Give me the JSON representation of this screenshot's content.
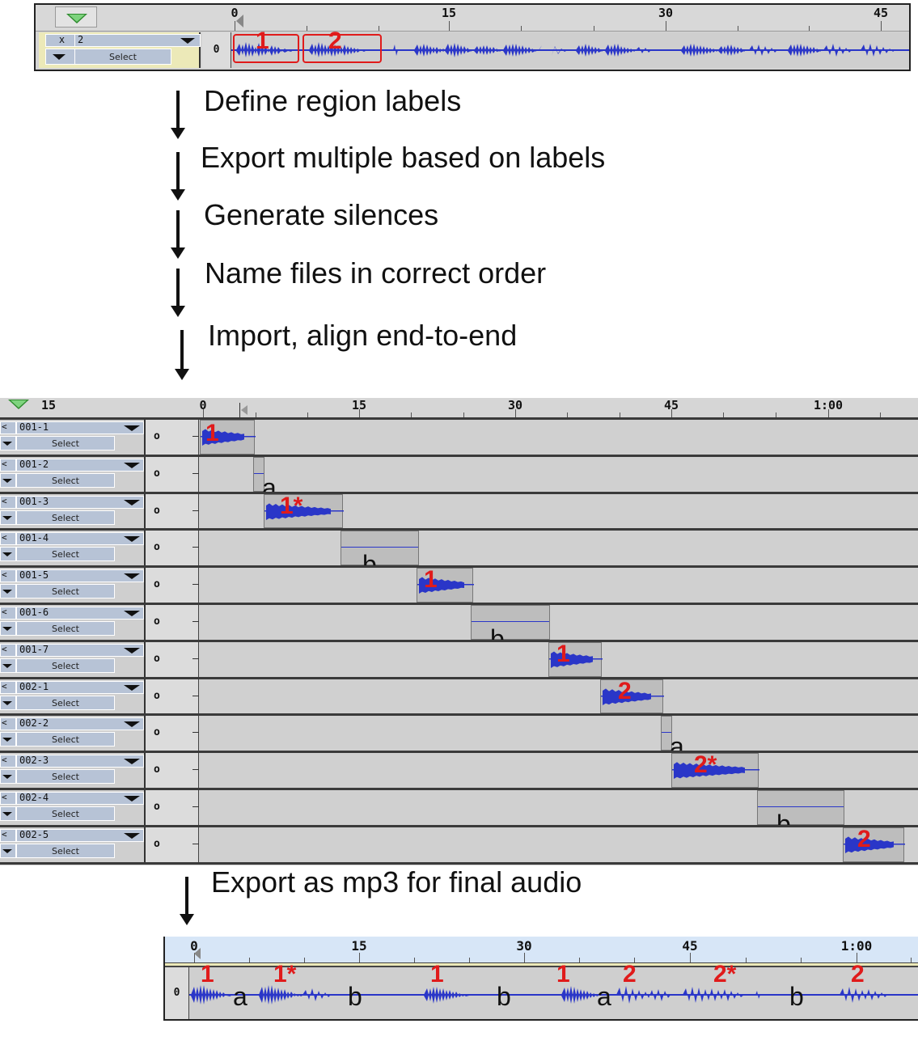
{
  "top_panel": {
    "ruler_ticks": [
      "0",
      "15",
      "30",
      "45"
    ],
    "track": {
      "close_glyph": "x",
      "name": "2",
      "select_label": "Select",
      "gain_label": "0"
    },
    "region_labels": [
      "1",
      "2"
    ]
  },
  "steps": [
    "Define region labels",
    "Export multiple based on labels",
    "Generate silences",
    "Name files in correct order",
    "Import, align end-to-end",
    "Export as mp3 for final audio"
  ],
  "middle_panel": {
    "ruler_ticks": [
      "15",
      "0",
      "15",
      "30",
      "45",
      "1:00"
    ],
    "select_label": "Select",
    "gain_label": "o",
    "tracks": [
      {
        "name": "001-1",
        "label": "1"
      },
      {
        "name": "001-2",
        "label": "a"
      },
      {
        "name": "001-3",
        "label": "1*"
      },
      {
        "name": "001-4",
        "label": "b"
      },
      {
        "name": "001-5",
        "label": "1"
      },
      {
        "name": "001-6",
        "label": "b"
      },
      {
        "name": "001-7",
        "label": "1"
      },
      {
        "name": "002-1",
        "label": "2"
      },
      {
        "name": "002-2",
        "label": "a"
      },
      {
        "name": "002-3",
        "label": "2*"
      },
      {
        "name": "002-4",
        "label": "b"
      },
      {
        "name": "002-5",
        "label": "2"
      }
    ]
  },
  "bottom_panel": {
    "ruler_ticks": [
      "0",
      "15",
      "30",
      "45",
      "1:00"
    ],
    "gain_label": "0",
    "segment_labels": [
      "1",
      "a",
      "1*",
      "b",
      "1",
      "b",
      "1",
      "a",
      "2",
      "2*",
      "b",
      "2"
    ]
  },
  "colors": {
    "wave": "#2a36c8",
    "label_red": "#e01b1b",
    "ruler_blue": "#d7e6f7"
  }
}
